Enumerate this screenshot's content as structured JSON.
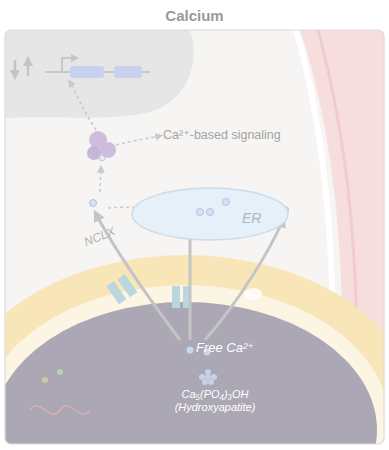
{
  "diagram": {
    "title": "Calcium",
    "nodes": [
      {
        "text": [
          "ER"
        ]
      }
    ],
    "labels": [
      "Ca²⁺-based signaling",
      "NCLX",
      "Free Ca²⁺",
      "Ca₅(PO₄)₃OH (Hydroxyapatite)"
    ]
  }
}
